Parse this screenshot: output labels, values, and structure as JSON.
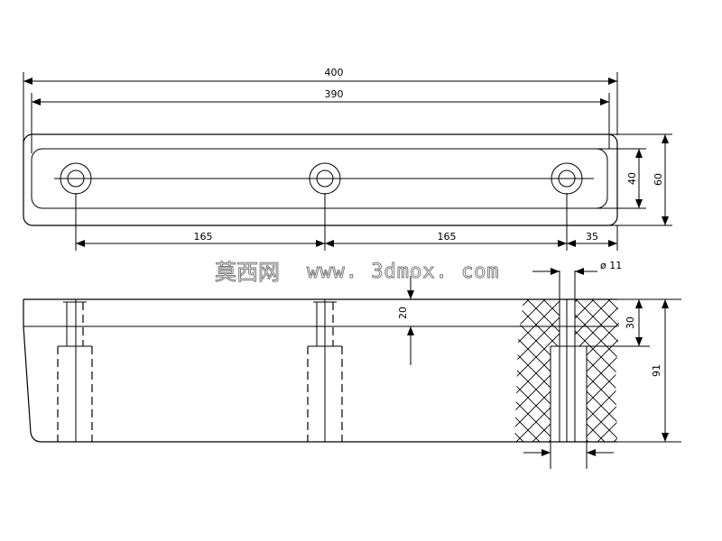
{
  "dimensions": {
    "overall_length": "400",
    "inner_length": "390",
    "width_outer": "60",
    "width_inner": "40",
    "spacing_left": "165",
    "spacing_right": "165",
    "edge_offset": "35",
    "hole_diameter": "ø 11",
    "top_thickness": "20",
    "counterbore_depth": "30",
    "total_height": "91"
  },
  "watermark": {
    "chinese": "莫西网",
    "url": "www. 3dmox. com"
  }
}
